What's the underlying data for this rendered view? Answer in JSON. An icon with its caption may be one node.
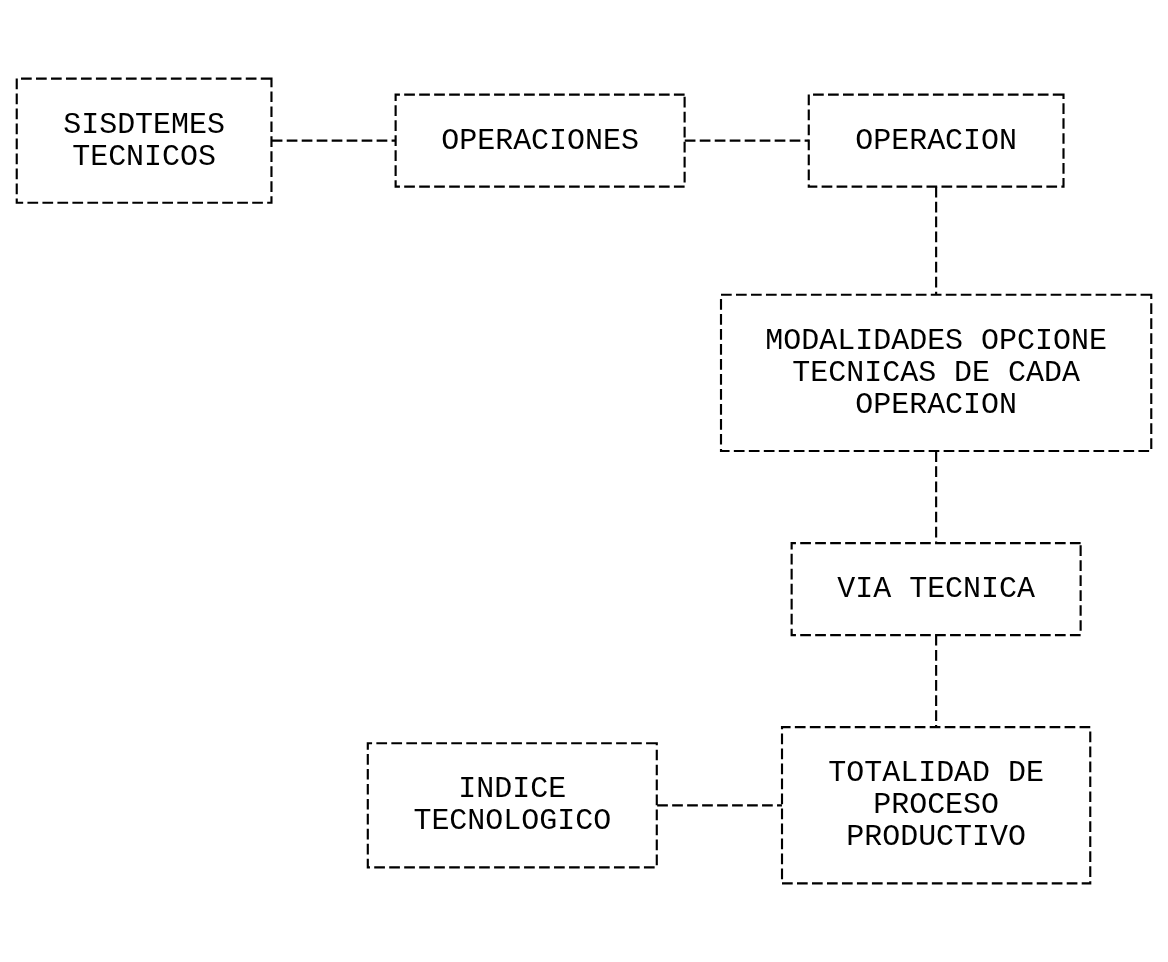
{
  "diagram": {
    "nodes": [
      {
        "text": [
          "SISDTEMES TECNICOS"
        ]
      },
      {
        "text": [
          "OPERACIONES"
        ]
      },
      {
        "text": [
          "OPERACION"
        ]
      },
      {
        "text": [
          "MODALIDADES OPCIONE TECNICAS DE CADA OPERACION"
        ]
      },
      {
        "text": [
          "VIA TECNICA"
        ]
      },
      {
        "text": [
          "INDICE TECNOLOGICO"
        ]
      },
      {
        "text": [
          "TOTALIDAD DE PROCESO PRODUCTIVO"
        ]
      }
    ],
    "edges": [
      {
        "from": 0,
        "to": 1,
        "arrow": "none"
      },
      {
        "from": 1,
        "to": 2,
        "arrow": "none"
      },
      {
        "from": 2,
        "to": 3,
        "arrow": "none"
      },
      {
        "from": 3,
        "to": 4,
        "arrow": "none"
      },
      {
        "from": 4,
        "to": 6,
        "arrow": "none"
      },
      {
        "from": 5,
        "to": 6,
        "arrow": "none"
      }
    ]
  }
}
